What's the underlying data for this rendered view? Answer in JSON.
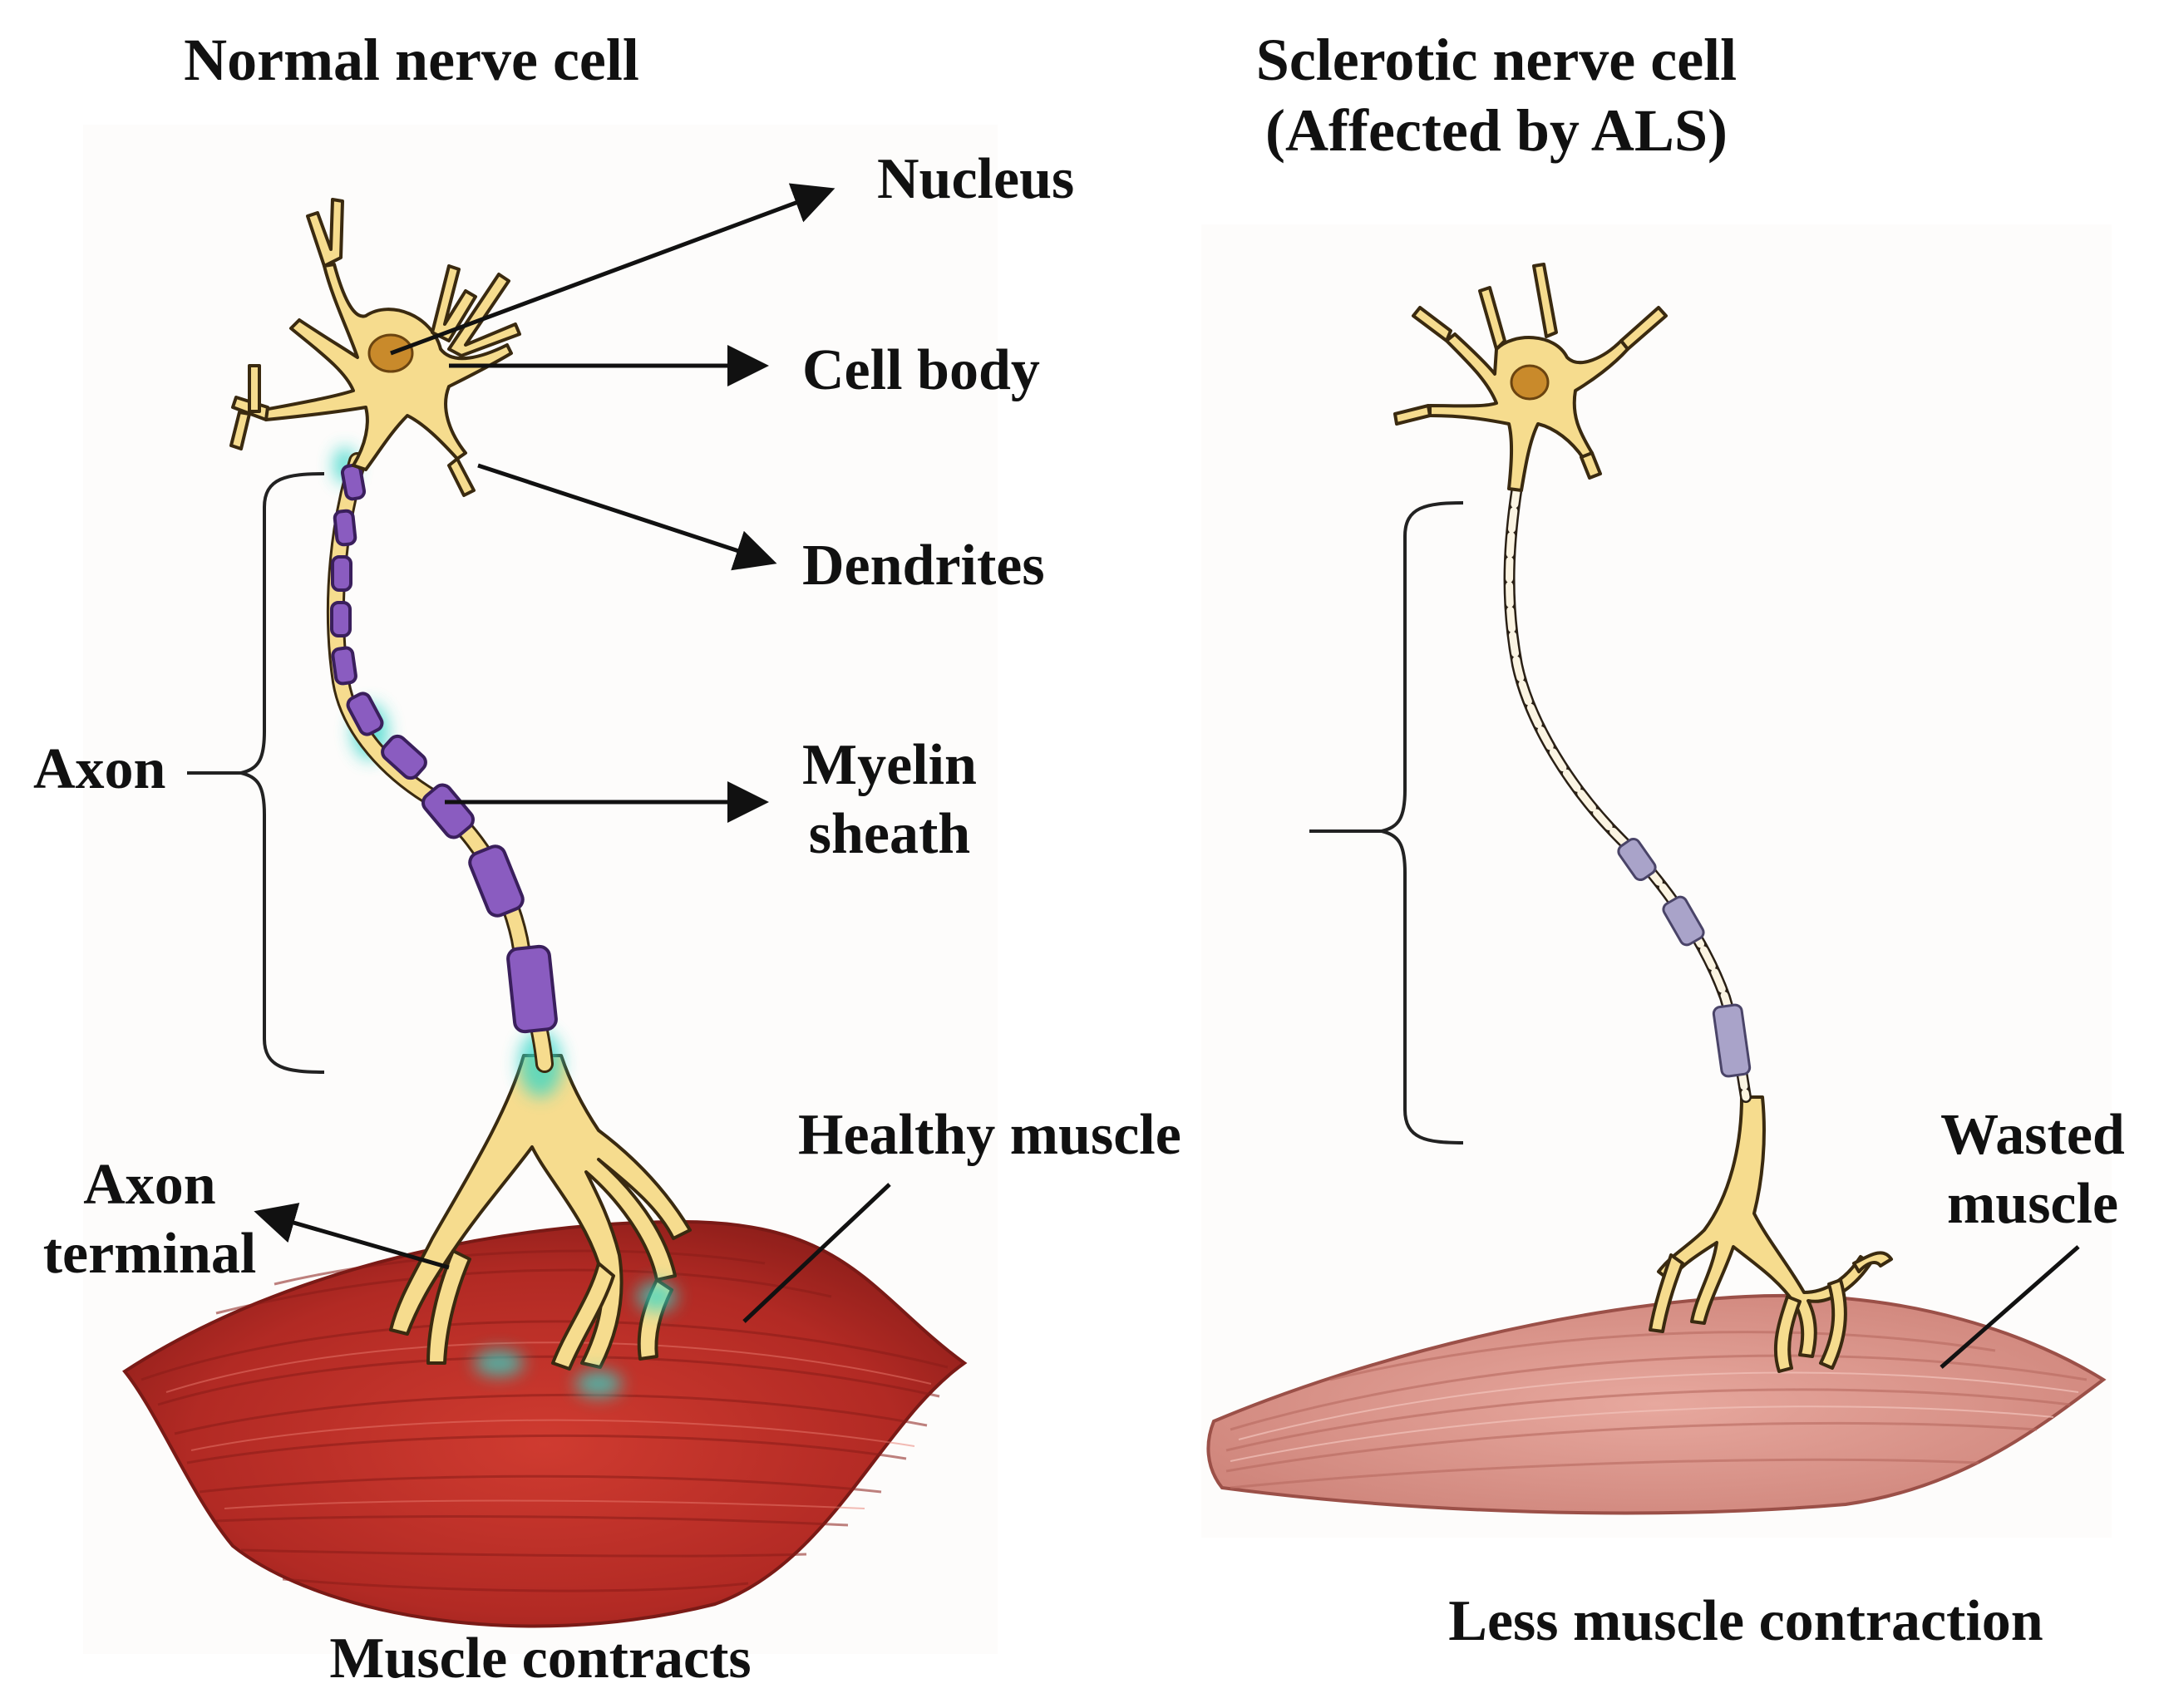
{
  "panels": {
    "normal": {
      "title": "Normal nerve cell",
      "caption": "Muscle contracts",
      "labels": {
        "nucleus": "Nucleus",
        "cell_body": "Cell body",
        "dendrites": "Dendrites",
        "axon": "Axon",
        "myelin_line1": "Myelin",
        "myelin_line2": "sheath",
        "healthy_muscle": "Healthy muscle",
        "axon_terminal_line1": "Axon",
        "axon_terminal_line2": "terminal"
      }
    },
    "als": {
      "title_line1": "Sclerotic nerve cell",
      "title_line2": "(Affected by ALS)",
      "caption": "Less muscle contraction",
      "labels": {
        "wasted_line1": "Wasted",
        "wasted_line2": "muscle"
      }
    }
  },
  "colors": {
    "neuron_fill": "#f6dc8e",
    "neuron_stroke": "#3a2a10",
    "nucleus": "#c98a2b",
    "myelin": "#8a5cc0",
    "myelin_faded": "#a9a3c9",
    "glow": "#33d6c8",
    "muscle_healthy": "#b8302a",
    "muscle_wasted": "#d99088"
  }
}
